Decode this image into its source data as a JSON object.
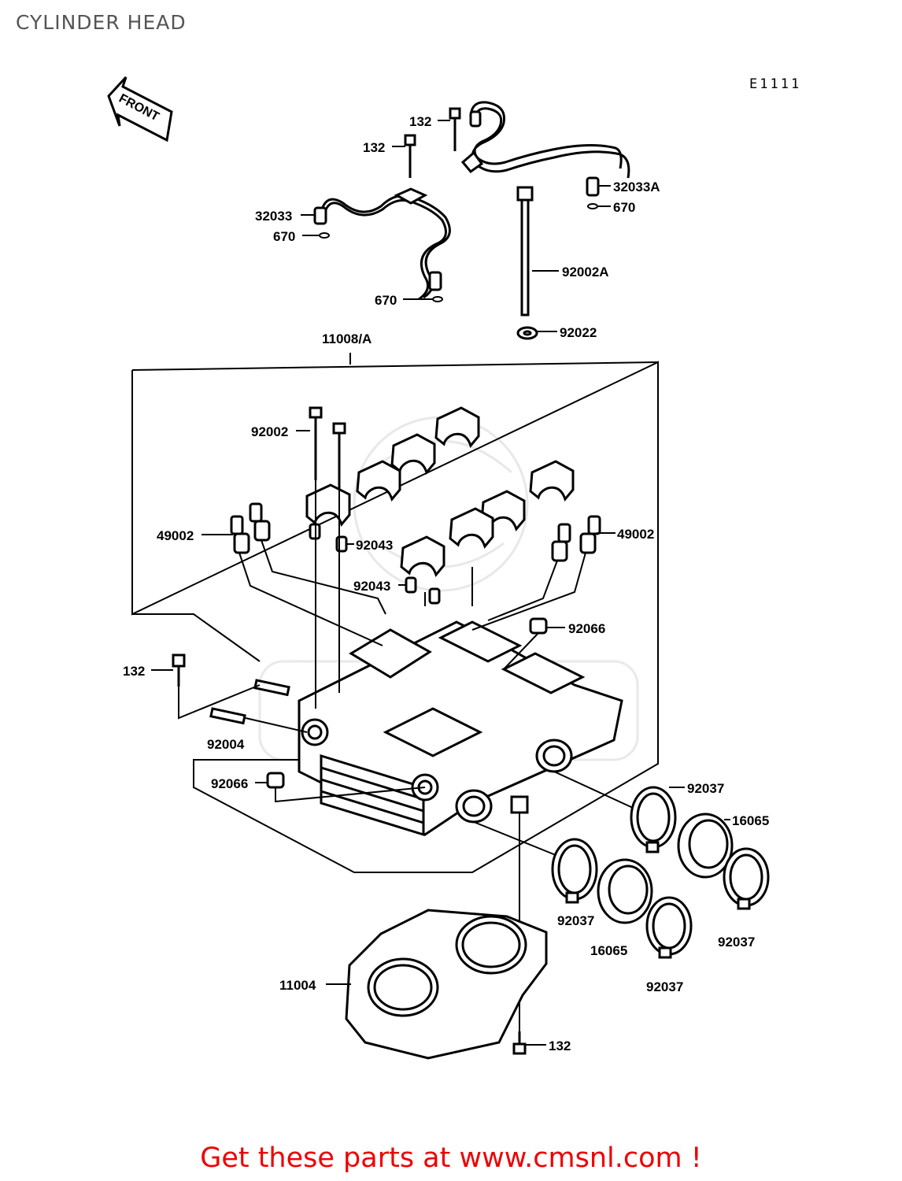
{
  "title": "CYLINDER HEAD",
  "figure_code": "E1111",
  "direction_indicator": {
    "label": "FRONT",
    "icon": "front-arrow-icon"
  },
  "watermark": "CMS www.cmsnl.com",
  "callouts": [
    "132",
    "132",
    "32033A",
    "670",
    "32033",
    "670",
    "92002A",
    "670",
    "92022",
    "11008/A",
    "92002",
    "49002",
    "49002",
    "92043",
    "92043",
    "92066",
    "132",
    "92004",
    "92066",
    "92037",
    "16065",
    "92037",
    "16065",
    "92037",
    "92037",
    "11004",
    "132"
  ],
  "footer": "Get these parts at www.cmsnl.com !",
  "colors": {
    "footer": "#ee0000",
    "title": "#555555",
    "line": "#000000",
    "watermark": "#cccccc"
  }
}
